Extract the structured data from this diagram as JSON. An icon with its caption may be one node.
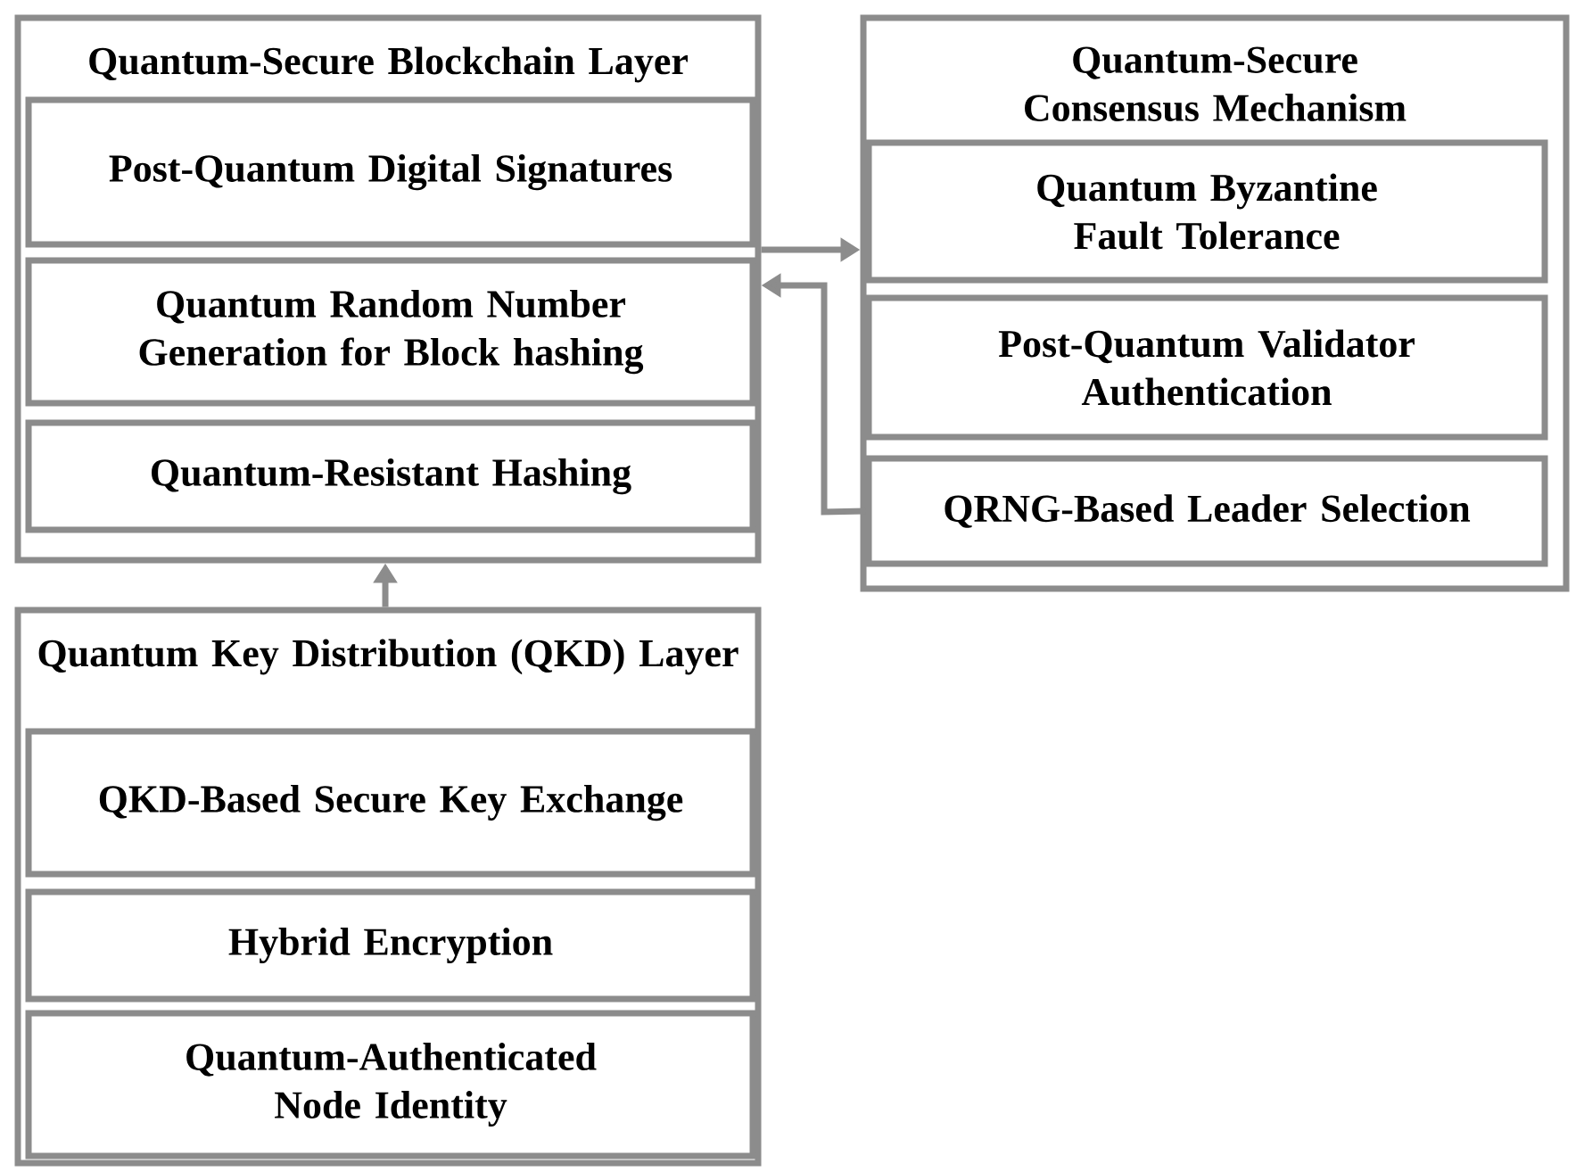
{
  "diagram": {
    "nodes": [
      {
        "text": [
          "Quantum-Secure Blockchain Layer"
        ]
      },
      {
        "text": [
          "Post-Quantum Digital Signatures"
        ],
        "in": 0
      },
      {
        "text": [
          "Quantum Random Number Generation for Block hashing"
        ],
        "in": 0
      },
      {
        "text": [
          "Quantum-Resistant Hashing"
        ],
        "in": 0
      },
      {
        "text": [
          "Quantum-Secure Consensus Mechanism"
        ]
      },
      {
        "text": [
          "Quantum Byzantine Fault Tolerance"
        ],
        "in": 4
      },
      {
        "text": [
          "Post-Quantum Validator Authentication"
        ],
        "in": 4
      },
      {
        "text": [
          "QRNG-Based Leader Selection"
        ],
        "in": 4
      },
      {
        "text": [
          "Quantum Key Distribution (QKD) Layer"
        ]
      },
      {
        "text": [
          "QKD-Based Secure Key Exchange"
        ],
        "in": 8
      },
      {
        "text": [
          "Hybrid Encryption"
        ],
        "in": 8
      },
      {
        "text": [
          "Quantum-Authenticated Node Identity"
        ],
        "in": 8
      }
    ],
    "edges": [
      {
        "from": 0,
        "to": 4,
        "arrow": "to"
      },
      {
        "from": 7,
        "to": 0,
        "arrow": "to"
      },
      {
        "from": 8,
        "to": 0,
        "arrow": "to"
      }
    ]
  }
}
